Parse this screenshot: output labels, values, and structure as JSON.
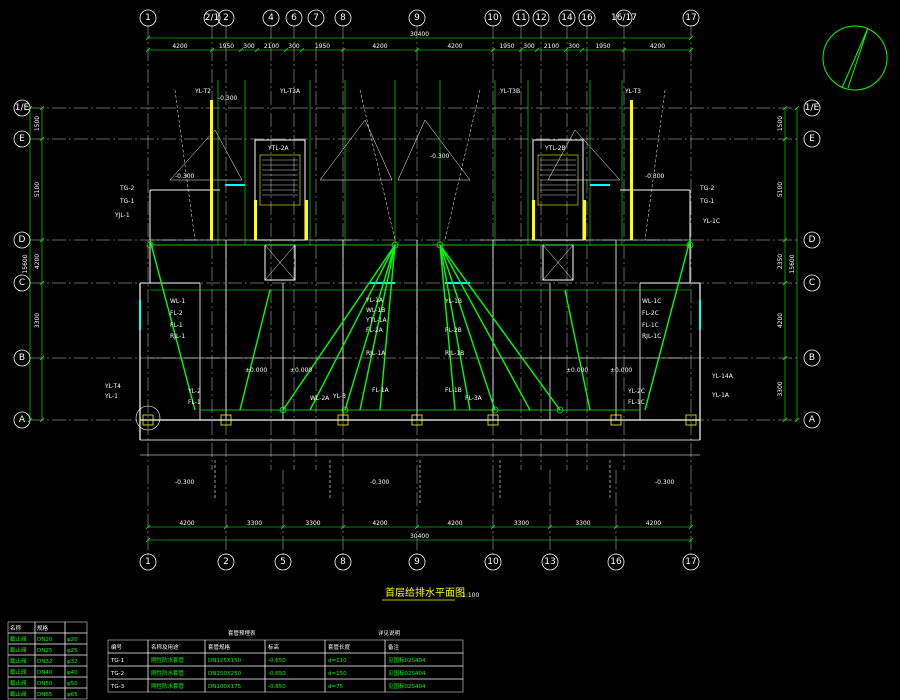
{
  "drawing": {
    "title": "首层给排水平面图",
    "scale": "1:100",
    "colors": {
      "background": "#000000",
      "grid": "#ffffff",
      "wall": "#ffffff",
      "pipe": "#00ff00",
      "dim": "#00ff00",
      "text": "#ffffff",
      "accent": "#ffff00",
      "cyan": "#00ffff"
    }
  },
  "axes": {
    "top": [
      "1",
      "2/1",
      "2",
      "4",
      "6",
      "7",
      "8",
      "9",
      "10",
      "11",
      "12",
      "14",
      "16",
      "16/17",
      "17"
    ],
    "bottom": [
      "1",
      "2",
      "5",
      "8",
      "9",
      "10",
      "13",
      "16",
      "17"
    ],
    "rows": [
      "1/E",
      "E",
      "D",
      "C",
      "B",
      "A"
    ]
  },
  "dimensions": {
    "total": "30400",
    "total_bottom": "30400",
    "top": [
      "4200",
      "1950",
      "300",
      "2100",
      "300",
      "1950",
      "4200",
      "4200",
      "1950",
      "300",
      "2100",
      "300",
      "1950",
      "4200"
    ],
    "bottom": [
      "4200",
      "3300",
      "3300",
      "4200",
      "4200",
      "3300",
      "3300",
      "4200"
    ],
    "left": [
      "1500",
      "5100",
      "4200",
      "3300"
    ],
    "left_total": "15600",
    "right": [
      "1500",
      "5100",
      "2350",
      "4200",
      "3300"
    ],
    "right_total": "15600"
  },
  "labels": {
    "levels": [
      "-0.300",
      "-0.300",
      "-0.300",
      "-0.300",
      "±0.000",
      "±0.000",
      "±0.000",
      "±0.000",
      "-0.300",
      "-0.300",
      "-0.300"
    ],
    "left_pipes": [
      "TG-2",
      "TG-1",
      "YJL-1",
      "WL-1",
      "FL-2",
      "FL-1",
      "RJL-1",
      "YL-T4",
      "YL-1",
      "YL-2",
      "FL-1"
    ],
    "center_pipes": [
      "YL-1A",
      "WL-1B",
      "YTL-1A",
      "FL-2A",
      "FL-2B",
      "RJL-1A",
      "RJL-1B",
      "FL-1A",
      "FL-1B",
      "YL-3",
      "WL-2A",
      "YL-1B",
      "FL-3A"
    ],
    "right_pipes": [
      "TG-2",
      "TG-1",
      "YL-1C",
      "WL-1C",
      "FL-2C",
      "FL-1C",
      "RJL-1C",
      "YL-14A",
      "YL-1A",
      "YL-2C",
      "FL-1C"
    ],
    "stairs": [
      "YTL-2A",
      "YTL-2B"
    ],
    "top_pipes": [
      "YL-T2",
      "YL-T3A",
      "YL-T3B",
      "YL-T3"
    ]
  },
  "legend_small": {
    "rows": [
      [
        "名称",
        "规格",
        ""
      ],
      [
        "截止阀",
        "DN20",
        "φ20"
      ],
      [
        "截止阀",
        "DN25",
        "φ25"
      ],
      [
        "截止阀",
        "DN32",
        "φ32"
      ],
      [
        "截止阀",
        "DN40",
        "φ40"
      ],
      [
        "截止阀",
        "DN50",
        "φ50"
      ],
      [
        "截止阀",
        "DN65",
        "φ65"
      ]
    ]
  },
  "legend_table": {
    "title": "套管预埋表",
    "note": "详见说明",
    "headers": [
      "编号",
      "名称及用途",
      "套管规格",
      "标高",
      "套管长度",
      "备注"
    ],
    "rows": [
      [
        "TG-1",
        "刚性防水套管",
        "DN125X150",
        "-0.650",
        "d=110",
        "见国标02S404"
      ],
      [
        "TG-2",
        "刚性防水套管",
        "DN150X250",
        "-0.650",
        "d=150",
        "见国标02S404"
      ],
      [
        "TG-3",
        "刚性防水套管",
        "DN100X175",
        "-0.650",
        "d=75",
        "见国标02S404"
      ]
    ]
  }
}
